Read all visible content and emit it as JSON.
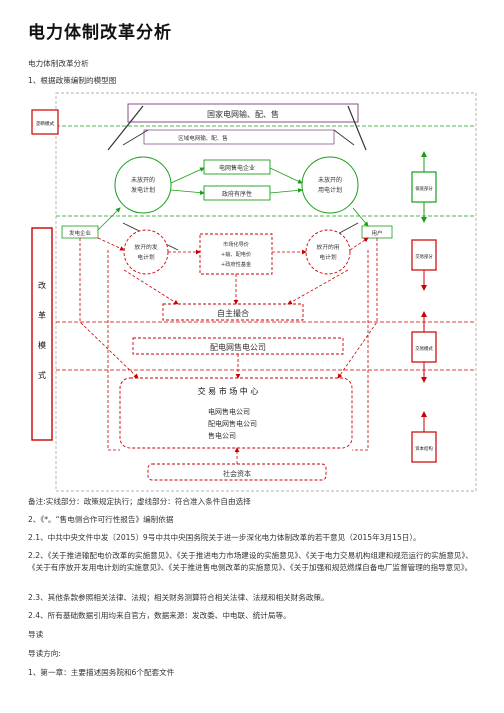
{
  "page_title": "电力体制改革分析",
  "subtitle": "电力体制改革分析",
  "section1": "1、根据政策编制的模型图",
  "diagram": {
    "top_box": "国家电网输、配、售",
    "regional_box": "区域电网输、配、售",
    "grid_company": "电网售电企业",
    "trade_scheduling": "政府有序性",
    "left_circle": [
      "未放开的",
      "发电计划"
    ],
    "right_circle": [
      "未放开的",
      "用电计划"
    ],
    "gen_company": "发电企业",
    "user": "用户",
    "left_dash_circle": [
      "放开的发",
      "电计划"
    ],
    "right_dash_circle": [
      "放开的用",
      "电计划"
    ],
    "market_box": [
      "市场化导价",
      "+输、配电价",
      "+政府性基金"
    ],
    "self_negotiation": "自主撮合",
    "distribution_company": "配电网售电公司",
    "exchange_title": "交 易 市 场 中 心",
    "exchange_items": [
      "电网售电公司",
      "配电网售电公司",
      "售电公司"
    ],
    "social_capital": "社会资本",
    "left_block": "改革模式",
    "tl_box": "垄断模式",
    "side_labels": [
      "保底部分",
      "交易部分",
      "交易模式",
      "资本结构"
    ]
  },
  "note": "备注:实线部分：政策规定执行；虚线部分：符合准入条件自由选择",
  "section2": "2、《*。“售电侧合作可行性报告》编制依据",
  "item21": "2.1、中共中央文件中发〔2015〕9号中共中央国务院关于进一步深化电力体制改革的若干意见（2015年3月15日）。",
  "item22": "2.2、《关于推进输配电价改革的实施意见》、《关于推进电力市场建设的实施意见》、《关于电力交易机构组建和规范运行的实施意见》、《关于有序放开发用电计划的实施意见》、《关于推进售电侧改革的实施意见》、《关于加强和规范燃煤自备电厂监督管理的指导意见》。",
  "item23": "2.3、其他条款参照相关法律、法规；相关财务测算符合相关法律、法规和相关财务政策。",
  "item24": "2.4、所有基础数据引用均来自官方，数据来源：发改委、中电联、统计局等。",
  "guide": "导读",
  "guide_dir": "导读方向:",
  "chapter1": "1、第一章：主要描述国务院和6个配套文件",
  "colors": {
    "red": "#cc0000",
    "green": "#1a9e1a",
    "purple": "#7a3c7a"
  }
}
